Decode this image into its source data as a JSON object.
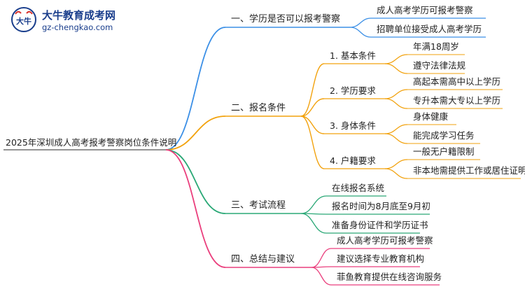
{
  "logo": {
    "title": "大牛教育成考网",
    "url": "gz-chengkao.com",
    "badge_text": "大牛"
  },
  "root": "2025年深圳成人高考报考警察岗位条件说明",
  "colors": {
    "blue": "#3b8fe6",
    "orange": "#f2a20d",
    "green": "#2aa876",
    "pink": "#ea3f7d"
  },
  "branches": [
    {
      "label": "一、学历是否可以报考警察",
      "color": "blue",
      "children": [
        {
          "label": "成人高考学历可报考警察"
        },
        {
          "label": "招聘单位接受成人高考学历"
        }
      ]
    },
    {
      "label": "二、报名条件",
      "color": "orange",
      "children": [
        {
          "label": "1. 基本条件",
          "children": [
            "年满18周岁",
            "遵守法律法规"
          ]
        },
        {
          "label": "2. 学历要求",
          "children": [
            "高起本需高中以上学历",
            "专升本需大专以上学历"
          ]
        },
        {
          "label": "3. 身体条件",
          "children": [
            "身体健康",
            "能完成学习任务"
          ]
        },
        {
          "label": "4. 户籍要求",
          "children": [
            "一般无户籍限制",
            "非本地需提供工作或居住证明"
          ]
        }
      ]
    },
    {
      "label": "三、考试流程",
      "color": "green",
      "children": [
        {
          "label": "在线报名系统"
        },
        {
          "label": "报名时间为8月底至9月初"
        },
        {
          "label": "准备身份证件和学历证书"
        }
      ]
    },
    {
      "label": "四、总结与建议",
      "color": "pink",
      "children": [
        {
          "label": "成人高考学历可报考警察"
        },
        {
          "label": "建议选择专业教育机构"
        },
        {
          "label": "菲鱼教育提供在线咨询服务"
        }
      ]
    }
  ]
}
